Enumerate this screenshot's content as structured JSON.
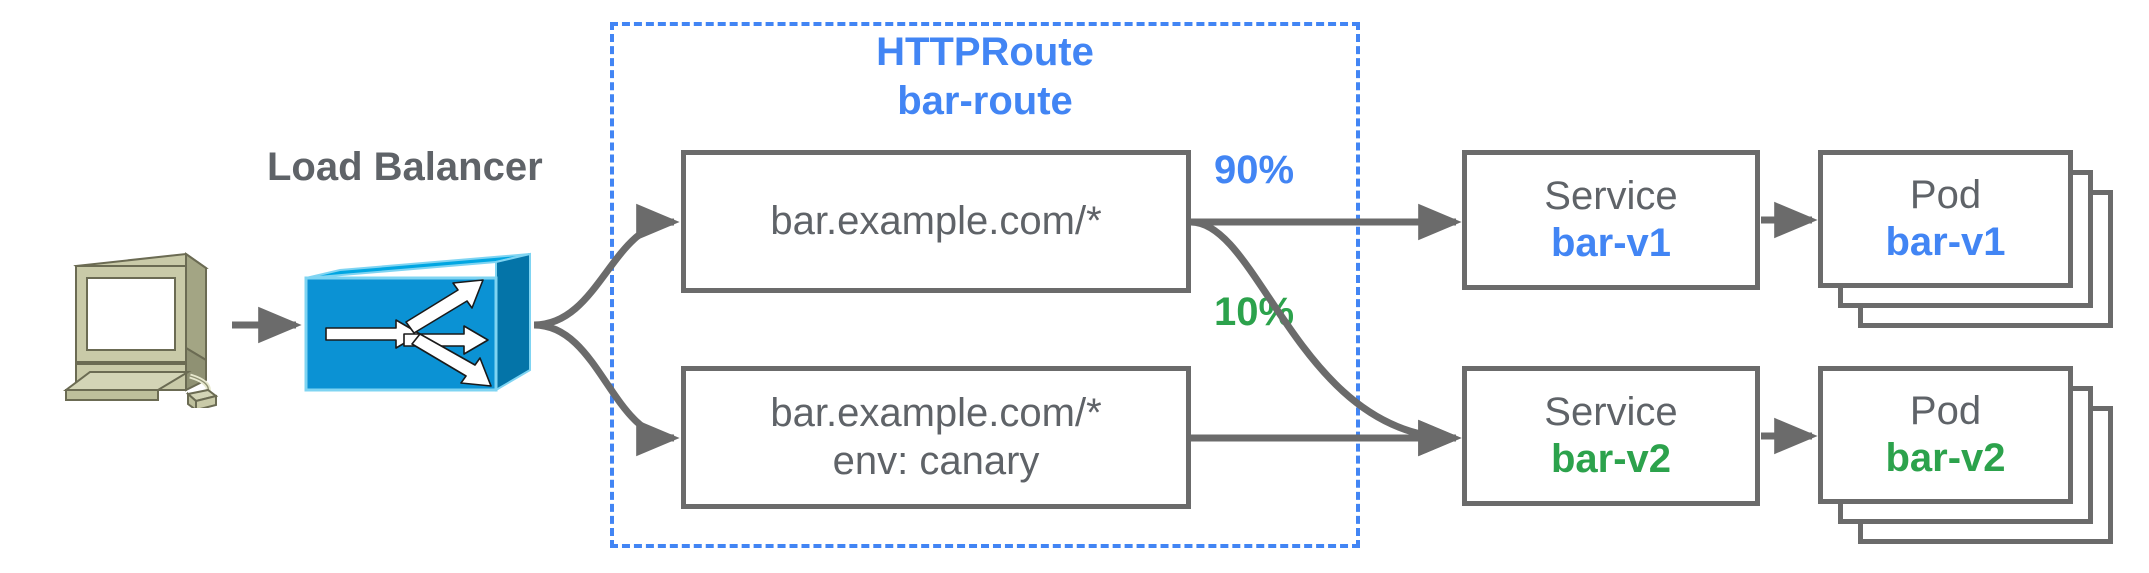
{
  "diagram": {
    "title_lines": [
      "HTTPRoute",
      "bar-route"
    ],
    "accent_blue": "#4285f4",
    "accent_green": "#2ca24c",
    "line_gray": "#6b6b6b",
    "text_gray": "#5f6368"
  },
  "client": {
    "icon": "workstation-icon"
  },
  "load_balancer": {
    "label": "Load Balancer",
    "icon": "load-balancer-switch-icon"
  },
  "httproute": {
    "kind_label": "HTTPRoute",
    "name_label": "bar-route",
    "rules": [
      {
        "match": "bar.example.com/*",
        "header": ""
      },
      {
        "match": "bar.example.com/*",
        "header": "env: canary"
      }
    ]
  },
  "weights": [
    {
      "value": "90%",
      "color": "#4285f4"
    },
    {
      "value": "10%",
      "color": "#2ca24c"
    }
  ],
  "services": [
    {
      "kind": "Service",
      "name": "bar-v1",
      "color": "#4285f4"
    },
    {
      "kind": "Service",
      "name": "bar-v2",
      "color": "#2ca24c"
    }
  ],
  "pods": [
    {
      "kind": "Pod",
      "name": "bar-v1",
      "color": "#4285f4",
      "replicas": 3
    },
    {
      "kind": "Pod",
      "name": "bar-v2",
      "color": "#2ca24c",
      "replicas": 3
    }
  ]
}
